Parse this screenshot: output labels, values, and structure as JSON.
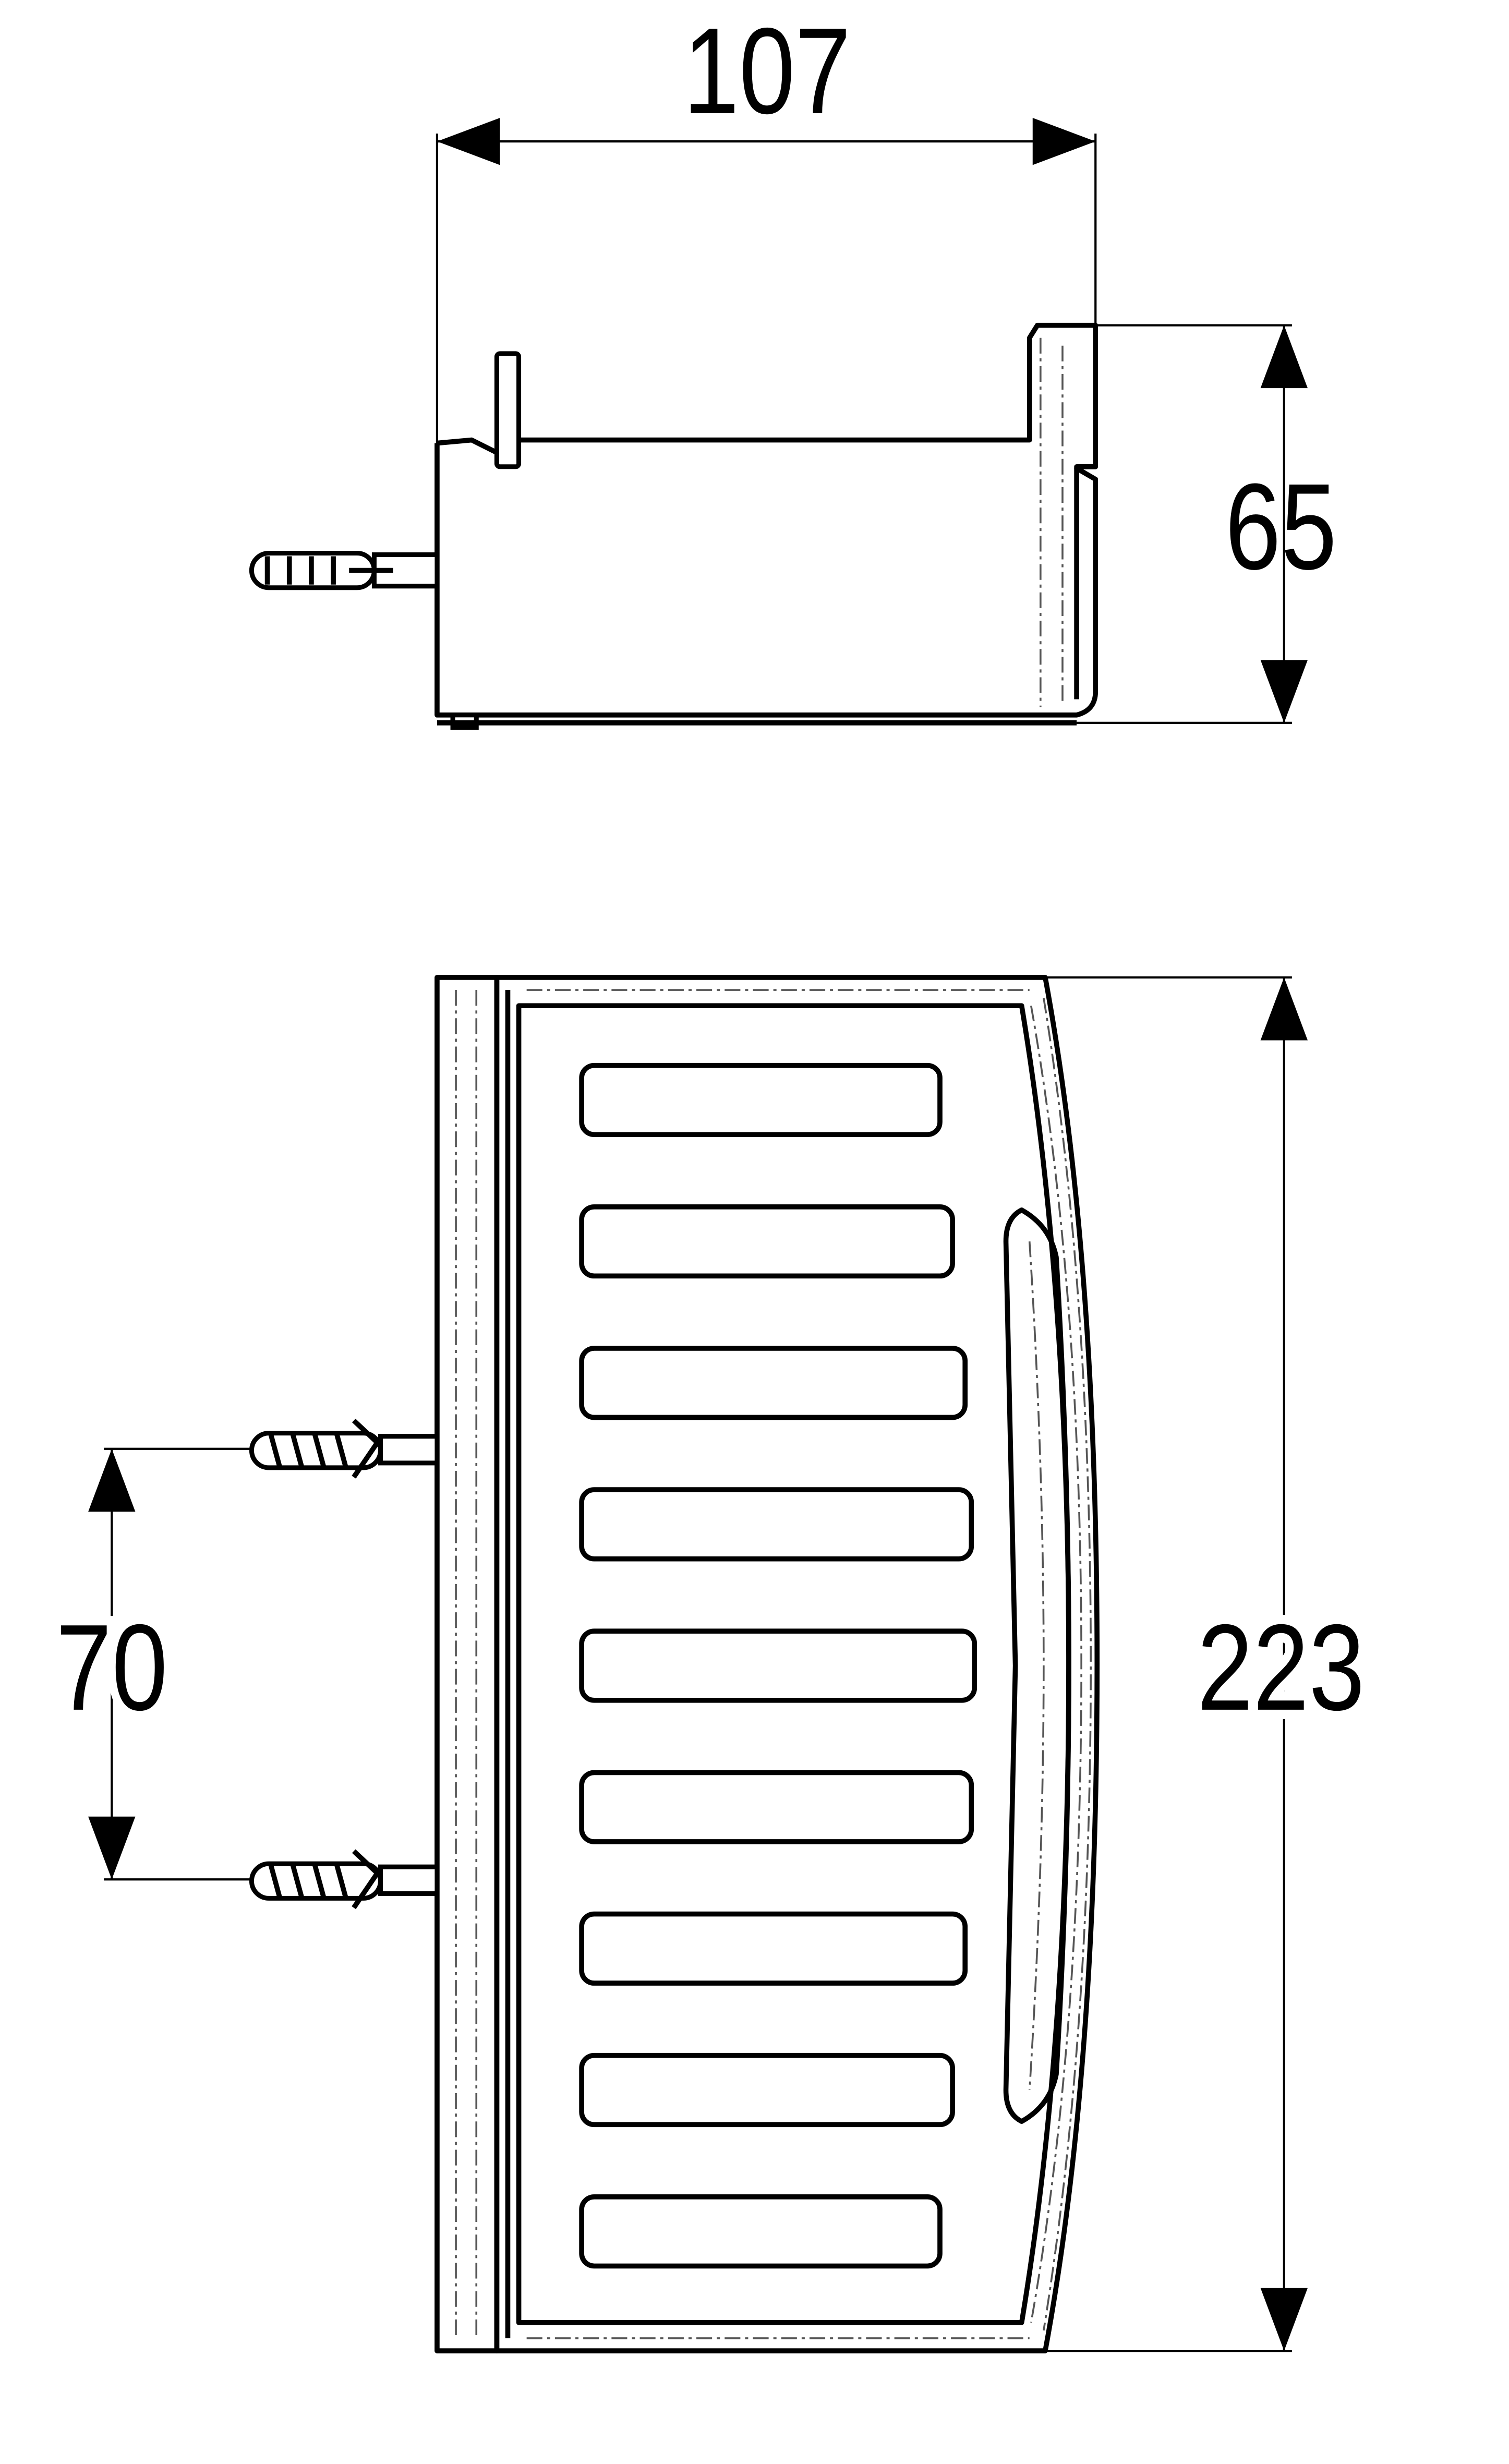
{
  "drawing": {
    "side_view": {
      "width_dimension": "107",
      "height_dimension": "65"
    },
    "top_view": {
      "depth_dimension": "223",
      "anchor_spacing_dimension": "70",
      "slot_count": 9
    },
    "colors": {
      "line": "#000000",
      "background": "#ffffff"
    }
  }
}
